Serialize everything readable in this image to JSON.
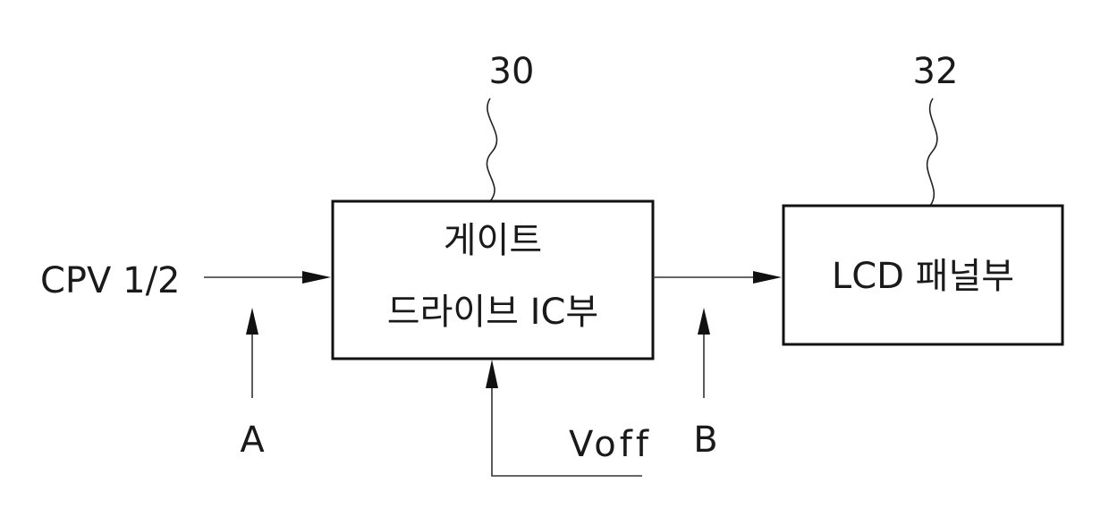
{
  "ref_numbers": {
    "gate_ic": "30",
    "lcd_panel": "32"
  },
  "blocks": {
    "gate_ic": {
      "line1": "게이트",
      "line2": "드라이브 IC부"
    },
    "lcd_panel": {
      "label": "LCD 패널부"
    }
  },
  "signals": {
    "input": "CPV 1/2",
    "voltage": "Voff"
  },
  "markers": {
    "a": "A",
    "b": "B"
  },
  "colors": {
    "ink": "#111111",
    "background": "#ffffff"
  }
}
